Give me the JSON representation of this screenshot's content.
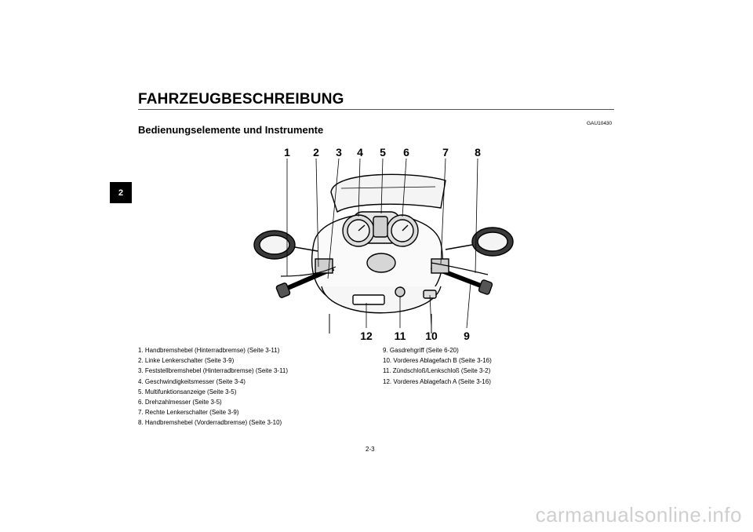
{
  "chapter_tab": "2",
  "header": {
    "title": "FAHRZEUGBESCHREIBUNG",
    "doc_code": "GAU10430",
    "section_title": "Bedienungselemente und Instrumente"
  },
  "callouts": {
    "top": [
      "1",
      "2",
      "3",
      "4",
      "5",
      "6",
      "7",
      "8"
    ],
    "bottom": [
      "12",
      "11",
      "10",
      "9"
    ]
  },
  "legend": {
    "left": [
      "1. Handbremshebel (Hinterradbremse) (Seite 3-11)",
      "2. Linke Lenkerschalter (Seite 3-9)",
      "3. Feststellbremshebel (Hinterradbremse) (Seite 3-11)",
      "4. Geschwindigkeitsmesser (Seite 3-4)",
      "5. Multifunktionsanzeige (Seite 3-5)",
      "6. Drehzahlmesser (Seite 3-5)",
      "7. Rechte Lenkerschalter (Seite 3-9)",
      "8. Handbremshebel (Vorderradbremse) (Seite 3-10)"
    ],
    "right": [
      "9. Gasdrehgriff (Seite 6-20)",
      "10. Vorderes Ablagefach B (Seite 3-16)",
      "11. Zündschloß/Lenkschloß (Seite 3-2)",
      "12. Vorderes Ablagefach A (Seite 3-16)"
    ]
  },
  "footer": {
    "page_number": "2-3",
    "watermark": "carmanualsonline.info"
  }
}
